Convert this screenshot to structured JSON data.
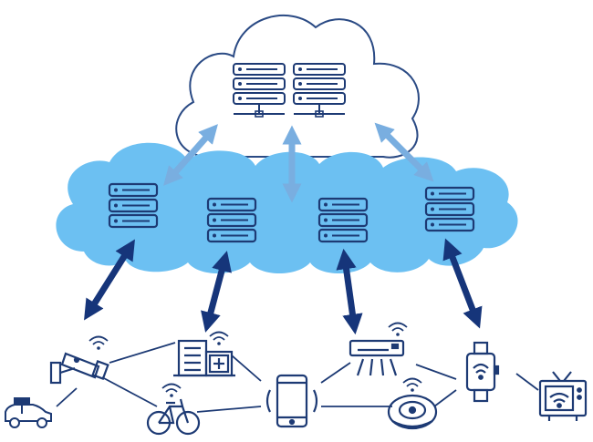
{
  "colors": {
    "navy": "#1d3a74",
    "cloud_outline": "#2a4a84",
    "edge_cloud_fill": "#6cc0f2",
    "light_arrow": "#79aee0",
    "dark_arrow": "#16357a",
    "white": "#ffffff"
  },
  "diagram": {
    "central_cloud": {
      "icon": "server-rack-icon",
      "racks": 2
    },
    "edge_cloud": {
      "icon": "server-stack-icon",
      "servers": 4
    },
    "devices": [
      {
        "id": "taxi",
        "icon": "taxi-icon"
      },
      {
        "id": "security-camera",
        "icon": "cctv-camera-icon"
      },
      {
        "id": "hospital",
        "icon": "hospital-building-icon"
      },
      {
        "id": "bicycle",
        "icon": "bicycle-icon"
      },
      {
        "id": "smartphone",
        "icon": "smartphone-icon"
      },
      {
        "id": "air-conditioner",
        "icon": "air-conditioner-icon"
      },
      {
        "id": "robot-vacuum",
        "icon": "robot-vacuum-icon"
      },
      {
        "id": "smartwatch",
        "icon": "smartwatch-icon"
      },
      {
        "id": "smart-tv",
        "icon": "smart-tv-icon"
      }
    ]
  }
}
